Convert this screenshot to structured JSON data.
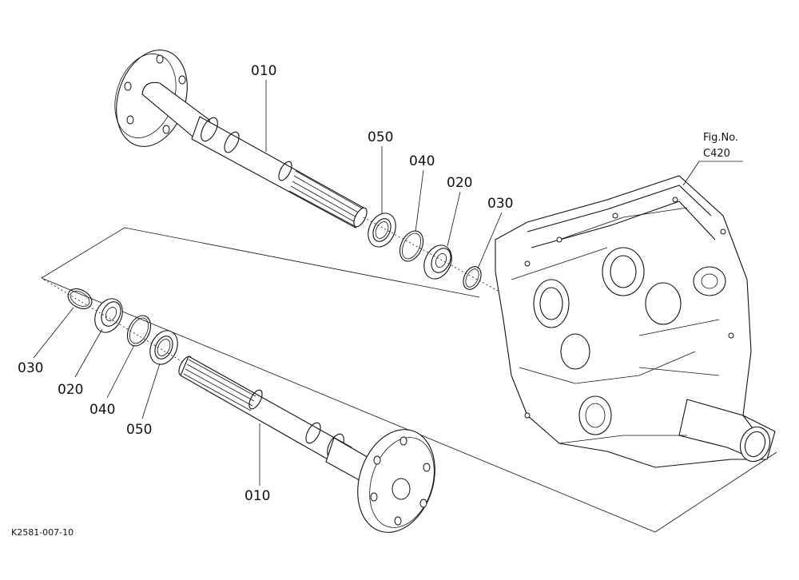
{
  "labels": {
    "upper_shaft": "010",
    "upper_seal": "050",
    "upper_snap": "040",
    "upper_bearing": "020",
    "upper_circlip": "030",
    "lower_circlip": "030",
    "lower_bearing": "020",
    "lower_snap": "040",
    "lower_seal": "050",
    "lower_shaft": "010"
  },
  "fig_ref": {
    "line1": "Fig.No.",
    "line2": "C420"
  },
  "drawing_code": "K2581-007-10"
}
